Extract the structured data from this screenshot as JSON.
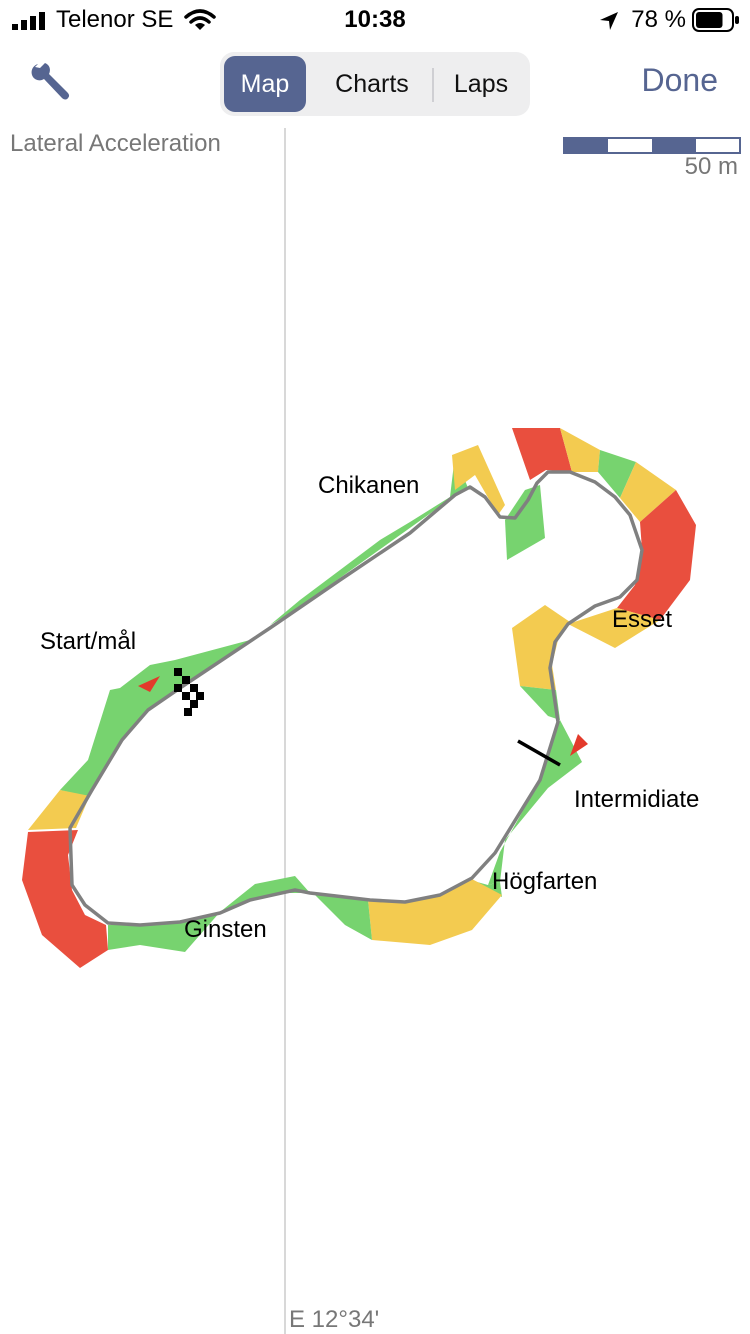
{
  "status_bar": {
    "carrier": "Telenor SE",
    "time": "10:38",
    "battery_percent": "78 %",
    "battery_level": 0.78
  },
  "nav": {
    "segments": [
      {
        "label": "Map",
        "selected": true
      },
      {
        "label": "Charts",
        "selected": false
      },
      {
        "label": "Laps",
        "selected": false
      }
    ],
    "done_label": "Done"
  },
  "map": {
    "metric_label": "Lateral Acceleration",
    "scale_label": "50 m",
    "longitude_label": "E 12°34'",
    "corners": {
      "start_finish": "Start/mål",
      "chicane": "Chikanen",
      "esset": "Esset",
      "intermediate": "Intermidiate",
      "hogfarten": "Högfarten",
      "ginsten": "Ginsten"
    },
    "colors": {
      "low": "#77d36f",
      "medium": "#f3cb50",
      "high": "#e94f3e",
      "track_line": "#808080",
      "accent": "#566591"
    }
  }
}
